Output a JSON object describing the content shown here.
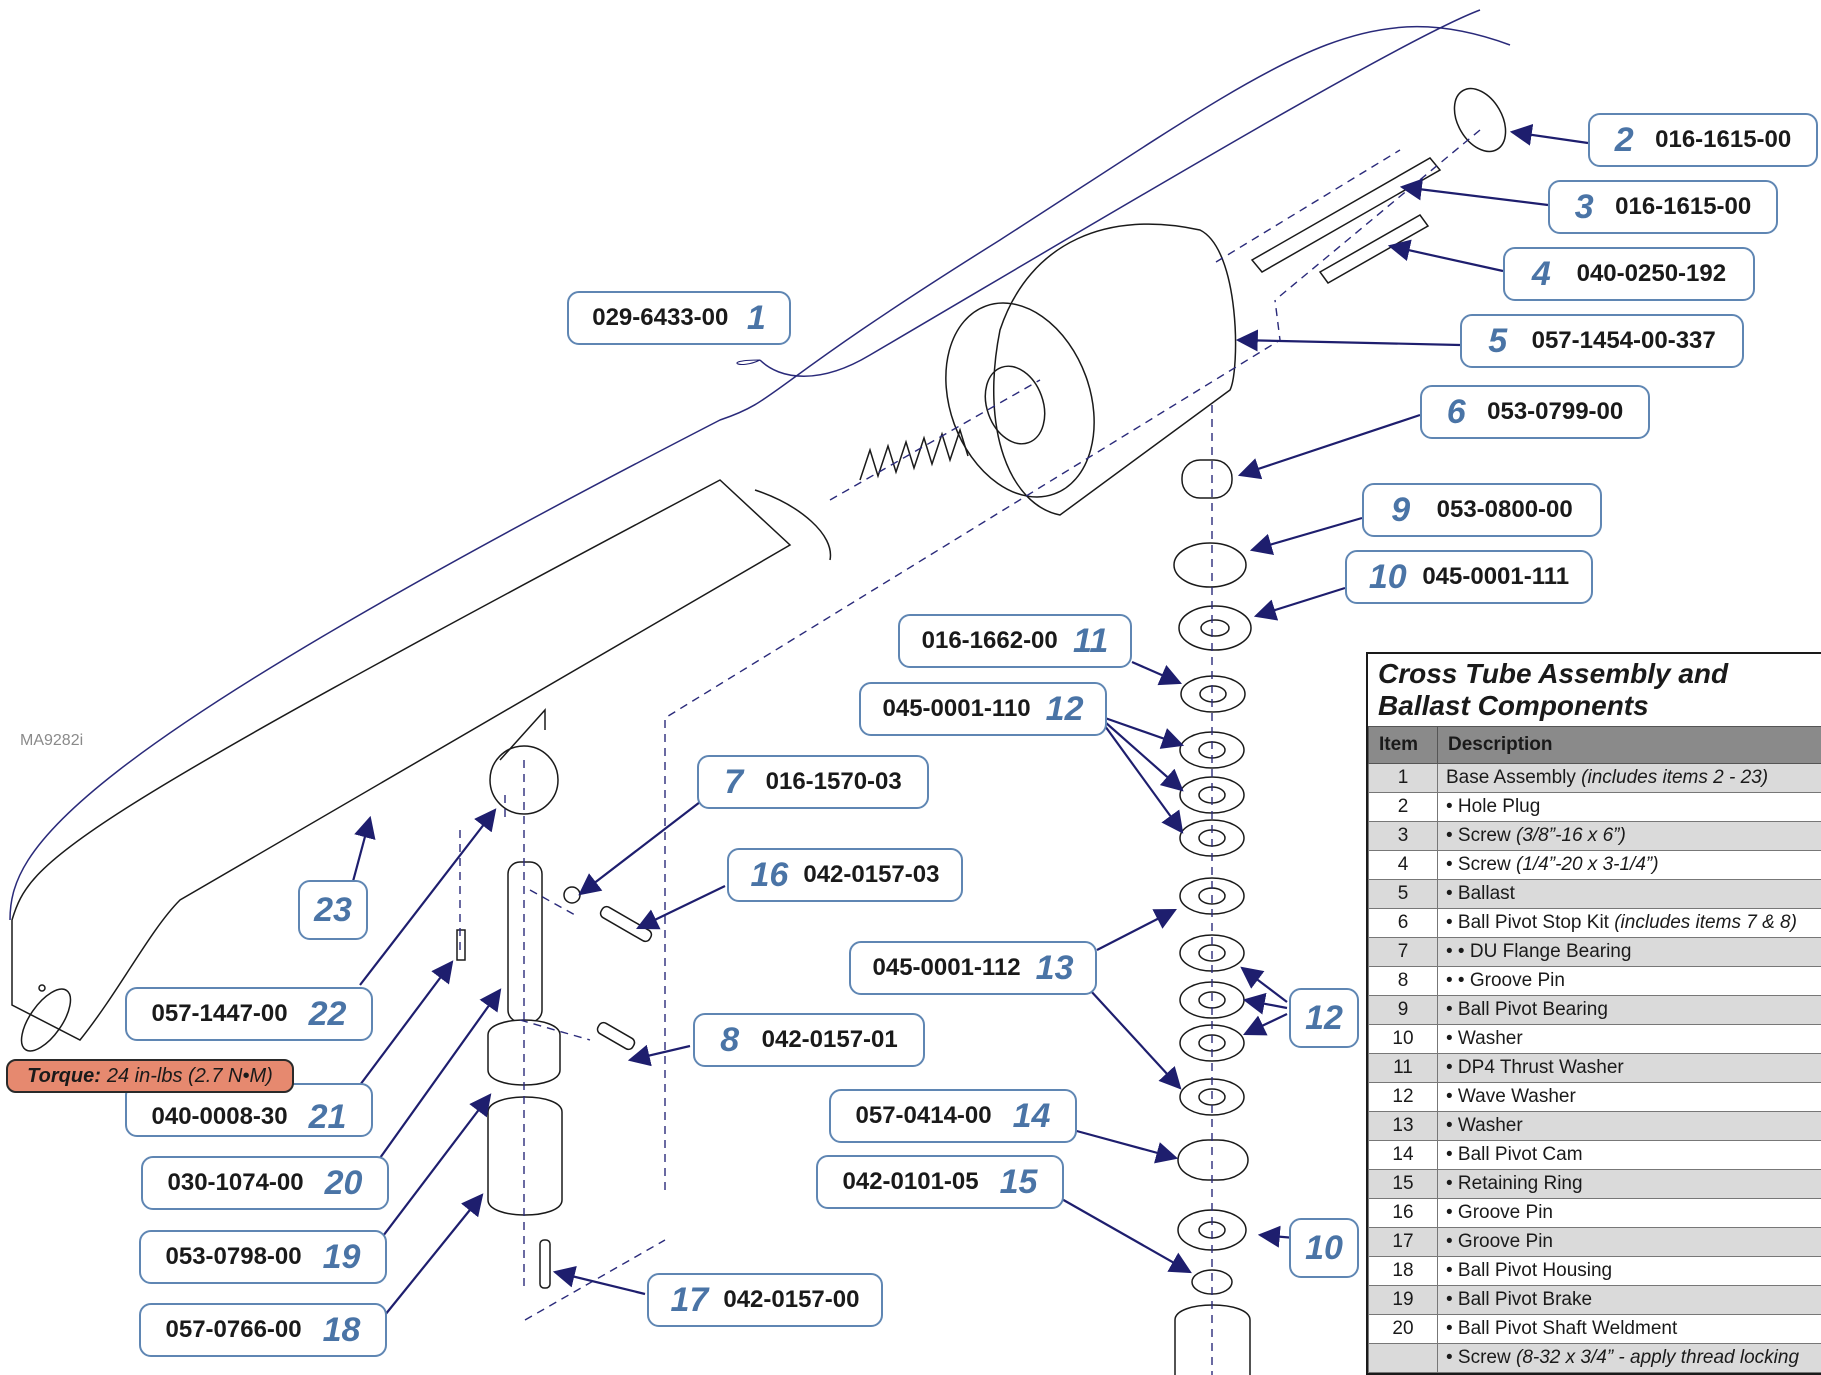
{
  "drawing_id": "MA9282i",
  "torque": {
    "label": "Torque:",
    "value": "24 in-lbs (2.7 N•M)"
  },
  "callouts": [
    {
      "num": "1",
      "part": "029-6433-00"
    },
    {
      "num": "2",
      "part": "016-1615-00"
    },
    {
      "num": "3",
      "part": "016-1615-00"
    },
    {
      "num": "4",
      "part": "040-0250-192"
    },
    {
      "num": "5",
      "part": "057-1454-00-337"
    },
    {
      "num": "6",
      "part": "053-0799-00"
    },
    {
      "num": "9",
      "part": "053-0800-00"
    },
    {
      "num": "10",
      "part": "045-0001-111"
    },
    {
      "num": "11",
      "part": "016-1662-00"
    },
    {
      "num": "12",
      "part": "045-0001-110"
    },
    {
      "num": "7",
      "part": "016-1570-03"
    },
    {
      "num": "16",
      "part": "042-0157-03"
    },
    {
      "num": "13",
      "part": "045-0001-112"
    },
    {
      "num": "8",
      "part": "042-0157-01"
    },
    {
      "num": "14",
      "part": "057-0414-00"
    },
    {
      "num": "15",
      "part": "042-0101-05"
    },
    {
      "num": "17",
      "part": "042-0157-00"
    },
    {
      "num": "22",
      "part": "057-1447-00"
    },
    {
      "num": "21",
      "part": "040-0008-30"
    },
    {
      "num": "20",
      "part": "030-1074-00"
    },
    {
      "num": "19",
      "part": "053-0798-00"
    },
    {
      "num": "18",
      "part": "057-0766-00"
    }
  ],
  "bubbles": [
    "23",
    "12",
    "10"
  ],
  "table": {
    "title_line1": "Cross Tube Assembly and",
    "title_line2": "Ballast Components",
    "header": {
      "item": "Item",
      "description": "Description"
    },
    "rows": [
      {
        "item": "1",
        "desc": "Base Assembly ",
        "note": "(includes items 2 - 23)"
      },
      {
        "item": "2",
        "desc": "• Hole Plug",
        "note": ""
      },
      {
        "item": "3",
        "desc": "• Screw ",
        "note": "(3/8”-16 x 6”)"
      },
      {
        "item": "4",
        "desc": "• Screw ",
        "note": "(1/4”-20 x 3-1/4”)"
      },
      {
        "item": "5",
        "desc": "• Ballast",
        "note": ""
      },
      {
        "item": "6",
        "desc": "• Ball Pivot Stop Kit ",
        "note": "(includes items 7 & 8)"
      },
      {
        "item": "7",
        "desc": "• • DU Flange Bearing",
        "note": ""
      },
      {
        "item": "8",
        "desc": "• • Groove Pin",
        "note": ""
      },
      {
        "item": "9",
        "desc": "• Ball Pivot Bearing",
        "note": ""
      },
      {
        "item": "10",
        "desc": "• Washer",
        "note": ""
      },
      {
        "item": "11",
        "desc": "• DP4 Thrust Washer",
        "note": ""
      },
      {
        "item": "12",
        "desc": "• Wave Washer",
        "note": ""
      },
      {
        "item": "13",
        "desc": "• Washer",
        "note": ""
      },
      {
        "item": "14",
        "desc": "• Ball Pivot Cam",
        "note": ""
      },
      {
        "item": "15",
        "desc": "• Retaining Ring",
        "note": ""
      },
      {
        "item": "16",
        "desc": "• Groove Pin",
        "note": ""
      },
      {
        "item": "17",
        "desc": "• Groove Pin",
        "note": ""
      },
      {
        "item": "18",
        "desc": "• Ball Pivot Housing",
        "note": ""
      },
      {
        "item": "19",
        "desc": "• Ball Pivot Brake",
        "note": ""
      },
      {
        "item": "20",
        "desc": "• Ball Pivot Shaft Weldment",
        "note": ""
      },
      {
        "item": "",
        "desc": "• Screw ",
        "note": "(8-32 x 3/4” - apply thread locking"
      }
    ]
  }
}
